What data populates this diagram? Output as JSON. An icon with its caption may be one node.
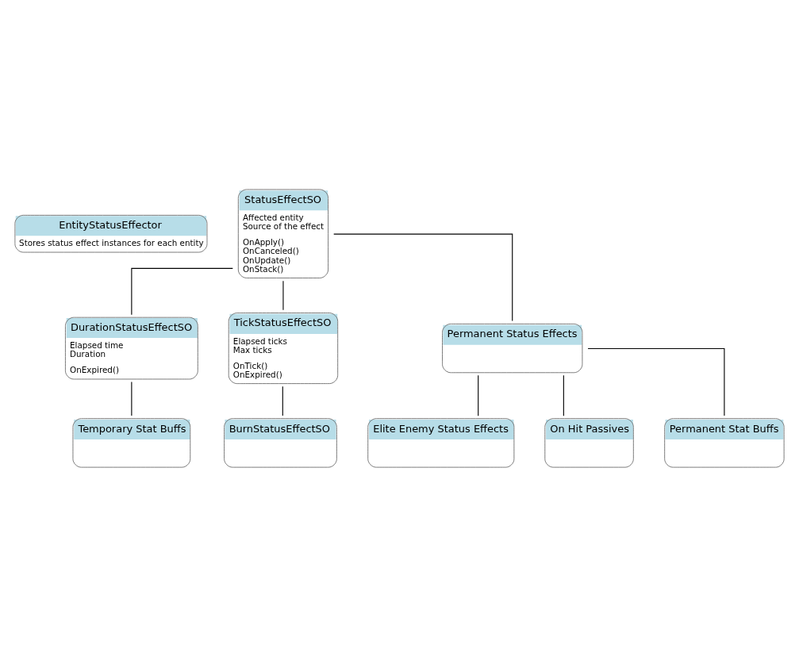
{
  "diagram": {
    "nodes": [
      {
        "text": [
          "EntityStatusEffector",
          "Stores status effect instances for each entity"
        ]
      },
      {
        "text": [
          "StatusEffectSO",
          "Affected entity",
          "Source of the effect",
          "OnApply()",
          "OnCanceled()",
          "OnUpdate()",
          "OnStack()"
        ]
      },
      {
        "text": [
          "DurationStatusEffectSO",
          "Elapsed time",
          "Duration",
          "OnExpired()"
        ]
      },
      {
        "text": [
          "TickStatusEffectSO",
          "Elapsed ticks",
          "Max ticks",
          "OnTick()",
          "OnExpired()"
        ]
      },
      {
        "text": [
          "Permanent Status Effects"
        ]
      },
      {
        "text": [
          "Temporary Stat Buffs"
        ]
      },
      {
        "text": [
          "BurnStatusEffectSO"
        ]
      },
      {
        "text": [
          "Elite Enemy Status Effects"
        ]
      },
      {
        "text": [
          "On Hit Passives"
        ]
      },
      {
        "text": [
          "Permanent Stat Buffs"
        ]
      }
    ],
    "edges": [
      {
        "from": 1,
        "to": 2,
        "arrow": "none"
      },
      {
        "from": 1,
        "to": 3,
        "arrow": "none"
      },
      {
        "from": 1,
        "to": 4,
        "arrow": "none"
      },
      {
        "from": 2,
        "to": 5,
        "arrow": "none"
      },
      {
        "from": 3,
        "to": 6,
        "arrow": "none"
      },
      {
        "from": 4,
        "to": 7,
        "arrow": "none"
      },
      {
        "from": 4,
        "to": 8,
        "arrow": "none"
      },
      {
        "from": 4,
        "to": 9,
        "arrow": "none"
      }
    ]
  }
}
